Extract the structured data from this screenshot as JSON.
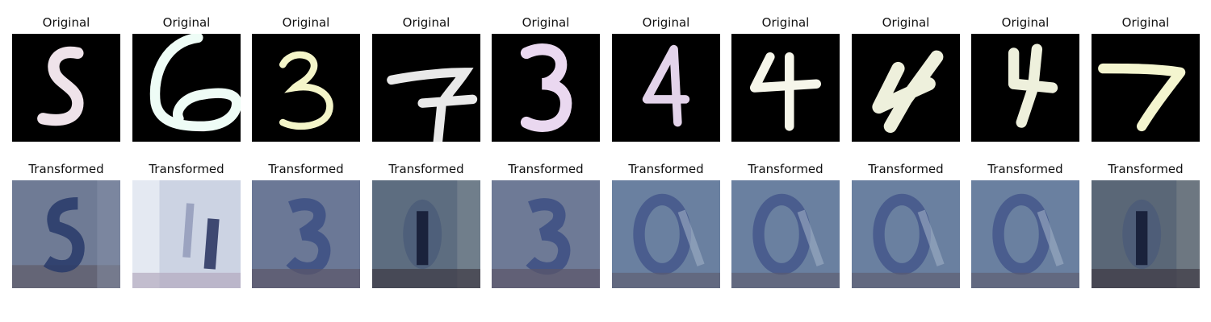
{
  "figure": {
    "top_row": {
      "panels": [
        {
          "title": "Original",
          "digit": "5",
          "stroke": "#efe3ea"
        },
        {
          "title": "Original",
          "digit": "6",
          "stroke": "#eefcf6"
        },
        {
          "title": "Original",
          "digit": "3",
          "stroke": "#f4f5c9"
        },
        {
          "title": "Original",
          "digit": "7",
          "stroke": "#e9e9e9"
        },
        {
          "title": "Original",
          "digit": "3",
          "stroke": "#ead8f0"
        },
        {
          "title": "Original",
          "digit": "4",
          "stroke": "#e3d3ea"
        },
        {
          "title": "Original",
          "digit": "4",
          "stroke": "#f6f6ea"
        },
        {
          "title": "Original",
          "digit": "4",
          "stroke": "#eef0dc"
        },
        {
          "title": "Original",
          "digit": "4",
          "stroke": "#eef0dc"
        },
        {
          "title": "Original",
          "digit": "7",
          "stroke": "#f4f5cf"
        }
      ]
    },
    "bottom_row": {
      "panels": [
        {
          "title": "Transformed",
          "bg": "#6f7b95",
          "fg": "#283a6a"
        },
        {
          "title": "Transformed",
          "bg": "#ccd3e3",
          "fg": "#26305e"
        },
        {
          "title": "Transformed",
          "bg": "#6b7896",
          "fg": "#3a4c82"
        },
        {
          "title": "Transformed",
          "bg": "#5d6d80",
          "fg": "#151c36"
        },
        {
          "title": "Transformed",
          "bg": "#6e7a96",
          "fg": "#3a4c82"
        },
        {
          "title": "Transformed",
          "bg": "#6a80a0",
          "fg": "#3d4e86"
        },
        {
          "title": "Transformed",
          "bg": "#6a80a0",
          "fg": "#3d4e86"
        },
        {
          "title": "Transformed",
          "bg": "#6a80a0",
          "fg": "#3d4e86"
        },
        {
          "title": "Transformed",
          "bg": "#6a80a0",
          "fg": "#3d4e86"
        },
        {
          "title": "Transformed",
          "bg": "#5a6777",
          "fg": "#151c36"
        }
      ]
    }
  }
}
